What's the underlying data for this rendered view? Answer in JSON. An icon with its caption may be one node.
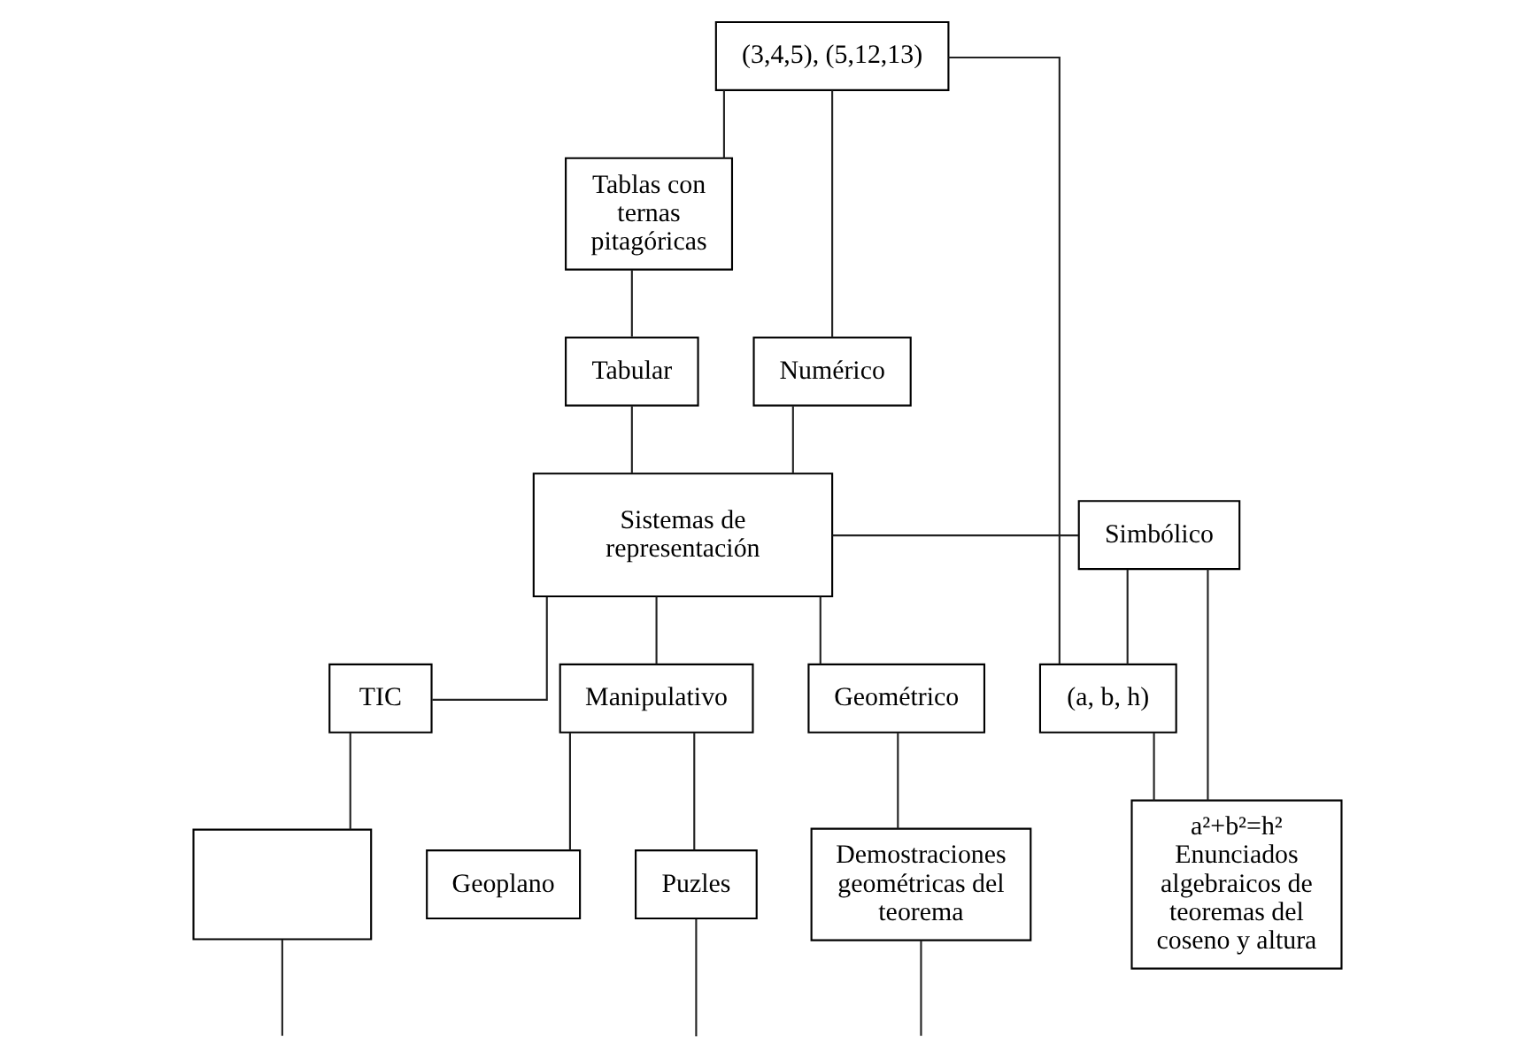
{
  "diagram": {
    "nodes": [
      {
        "text": [
          "(3,4,5), (5,12,13)"
        ]
      },
      {
        "text": [
          "Tablas con ternas pitagóricas"
        ]
      },
      {
        "text": [
          "(a, b, h)"
        ]
      },
      {
        "text": [
          "Numérico"
        ]
      },
      {
        "text": [
          "Tabular"
        ]
      },
      {
        "text": [
          "Sistemas de representación"
        ]
      },
      {
        "text": [
          "Simbólico"
        ]
      },
      {
        "text": [
          "a²+b²=h²",
          "Enunciados algebraicos de teoremas del coseno y altura"
        ]
      },
      {
        "text": [
          "Manipulativo"
        ]
      },
      {
        "text": [
          "Geométrico"
        ]
      },
      {
        "text": [
          "TIC"
        ]
      },
      {
        "text": [
          "Puzles"
        ]
      },
      {
        "text": [
          "Geoplano"
        ]
      },
      {
        "text": [
          "Demostraciones geométricas del teorema"
        ]
      },
      {
        "text": [],
        "shape": "box"
      }
    ],
    "edges": [
      {
        "from": 0,
        "to": 2,
        "arrow": "none"
      },
      {
        "from": 0,
        "to": 3,
        "arrow": "none"
      },
      {
        "from": 0,
        "to": 1,
        "arrow": "none"
      },
      {
        "from": 1,
        "to": 4,
        "arrow": "none"
      },
      {
        "from": 3,
        "to": 5,
        "arrow": "none"
      },
      {
        "from": 4,
        "to": 5,
        "arrow": "none"
      },
      {
        "from": 2,
        "to": 7,
        "arrow": "none"
      },
      {
        "from": 6,
        "to": 2,
        "arrow": "none"
      },
      {
        "from": 6,
        "to": 7,
        "arrow": "none"
      },
      {
        "from": 6,
        "to": 5,
        "arrow": "none"
      },
      {
        "from": 5,
        "to": 8,
        "arrow": "none"
      },
      {
        "from": 5,
        "to": 9,
        "arrow": "none"
      },
      {
        "from": 5,
        "to": 10,
        "arrow": "none"
      },
      {
        "from": 8,
        "to": 11,
        "arrow": "none"
      },
      {
        "from": 8,
        "to": 12,
        "arrow": "none"
      },
      {
        "from": 9,
        "to": 13,
        "arrow": "none"
      },
      {
        "from": 10,
        "to": 14,
        "arrow": "none"
      },
      {
        "from": 11,
        "to": null,
        "arrow": "none"
      },
      {
        "from": 13,
        "to": null,
        "arrow": "none"
      },
      {
        "from": 14,
        "to": null,
        "arrow": "none"
      }
    ]
  }
}
